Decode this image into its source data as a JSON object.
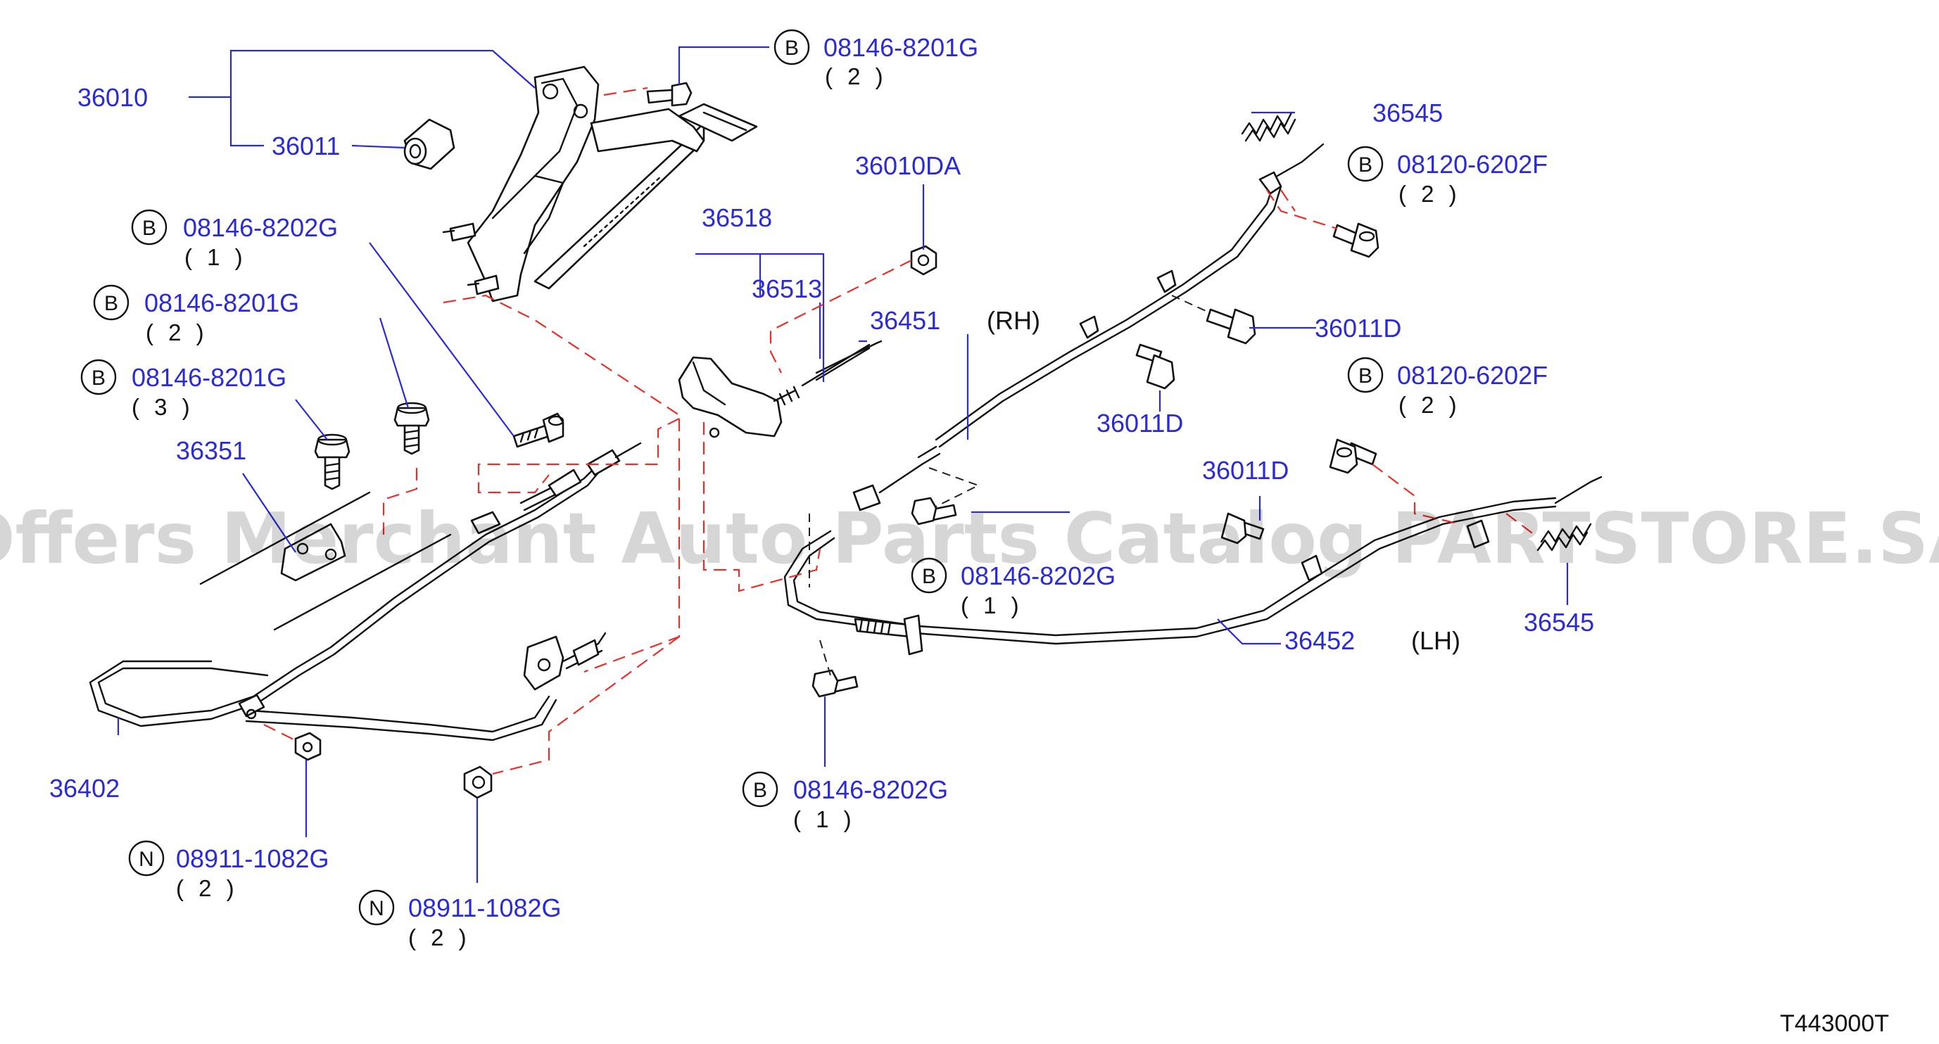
{
  "watermark": "Offers Merchant Auto Parts Catalog PARTSTORE.SA",
  "diagram_code": "T443000T",
  "side_labels": {
    "rh": "(RH)",
    "lh": "(LH)"
  },
  "part_numbers": {
    "p36010": "36010",
    "p36011": "36011",
    "p36545_top": "36545",
    "p36545_bottom": "36545",
    "p36010DA": "36010DA",
    "p36518": "36518",
    "p36513": "36513",
    "p36451": "36451",
    "p36351": "36351",
    "p36402": "36402",
    "p36011D_a": "36011D",
    "p36011D_b": "36011D",
    "p36011D_c": "36011D",
    "p36452": "36452"
  },
  "fasteners": [
    {
      "prefix": "B",
      "number": "08146-8201G",
      "qty": "( 2 )"
    },
    {
      "prefix": "B",
      "number": "08146-8202G",
      "qty": "( 1 )"
    },
    {
      "prefix": "B",
      "number": "08146-8201G",
      "qty": "( 2 )"
    },
    {
      "prefix": "B",
      "number": "08146-8201G",
      "qty": "( 3 )"
    },
    {
      "prefix": "B",
      "number": "08120-6202F",
      "qty": "( 2 )"
    },
    {
      "prefix": "B",
      "number": "08120-6202F",
      "qty": "( 2 )"
    },
    {
      "prefix": "B",
      "number": "08146-8202G",
      "qty": "( 1 )"
    },
    {
      "prefix": "B",
      "number": "08146-8202G",
      "qty": "( 1 )"
    },
    {
      "prefix": "N",
      "number": "08911-1082G",
      "qty": "( 2 )"
    },
    {
      "prefix": "N",
      "number": "08911-1082G",
      "qty": "( 2 )"
    }
  ]
}
